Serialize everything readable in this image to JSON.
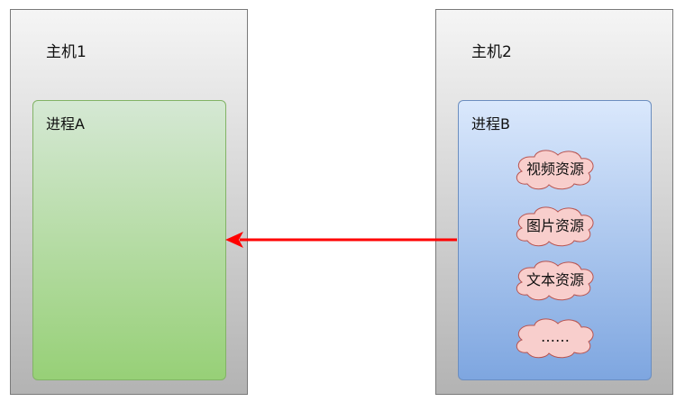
{
  "hosts": [
    {
      "label": "主机1",
      "process": {
        "label": "进程A"
      }
    },
    {
      "label": "主机2",
      "process": {
        "label": "进程B",
        "resources": [
          "视频资源",
          "图片资源",
          "文本资源",
          "……"
        ]
      }
    }
  ],
  "colors": {
    "arrow": "#ff0000",
    "cloud_fill": "#f8cecc",
    "cloud_stroke": "#b85450"
  }
}
